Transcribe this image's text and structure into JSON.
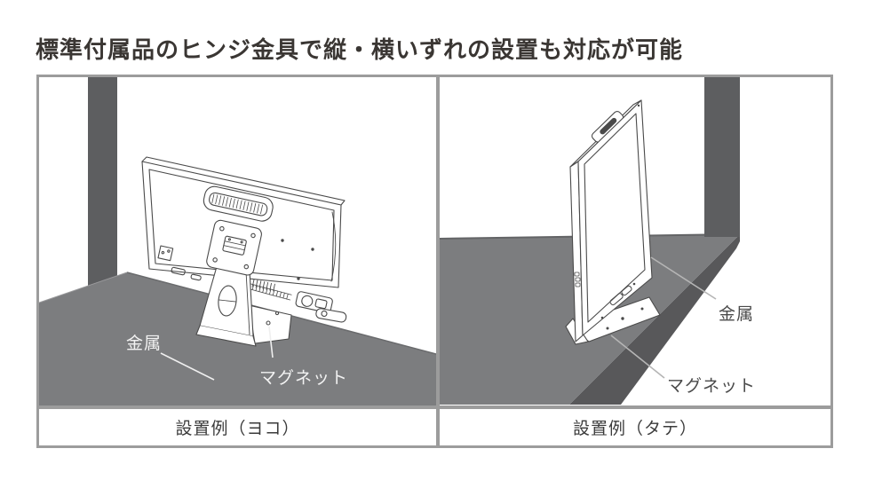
{
  "page_title": "標準付属品のヒンジ金具で縦・横いずれの設置も対応が可能",
  "panels": [
    {
      "orientation": "landscape",
      "caption": "設置例（ヨコ）",
      "metal_label": "金属",
      "magnet_label": "マグネット"
    },
    {
      "orientation": "portrait",
      "caption": "設置例（タテ）",
      "metal_label": "金属",
      "magnet_label": "マグネット"
    }
  ],
  "colors": {
    "floor_gray": "#7c7d7f",
    "pillar_gray": "#5d5e60",
    "shelf_edge_dark": "#58585a",
    "line_art": "#4a4a4a",
    "frame_border": "#9c9c9c",
    "label_on_gray": "#f2f2f2",
    "label_on_white": "#4a4a4a",
    "title_text": "#3a3633"
  }
}
